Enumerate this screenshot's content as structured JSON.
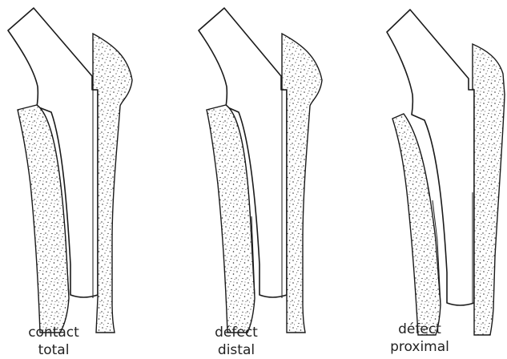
{
  "figure": {
    "panels": [
      {
        "id": "contact-total",
        "label_line1": "contact",
        "label_line2": "total"
      },
      {
        "id": "defect-distal",
        "label_line1": "défect",
        "label_line2": "distal"
      },
      {
        "id": "defect-proximal",
        "label_line1": "défect",
        "label_line2": "proximal"
      }
    ]
  },
  "colors": {
    "line": "#1a1a1a",
    "stipple": "#2b2b2b",
    "background": "#ffffff"
  }
}
